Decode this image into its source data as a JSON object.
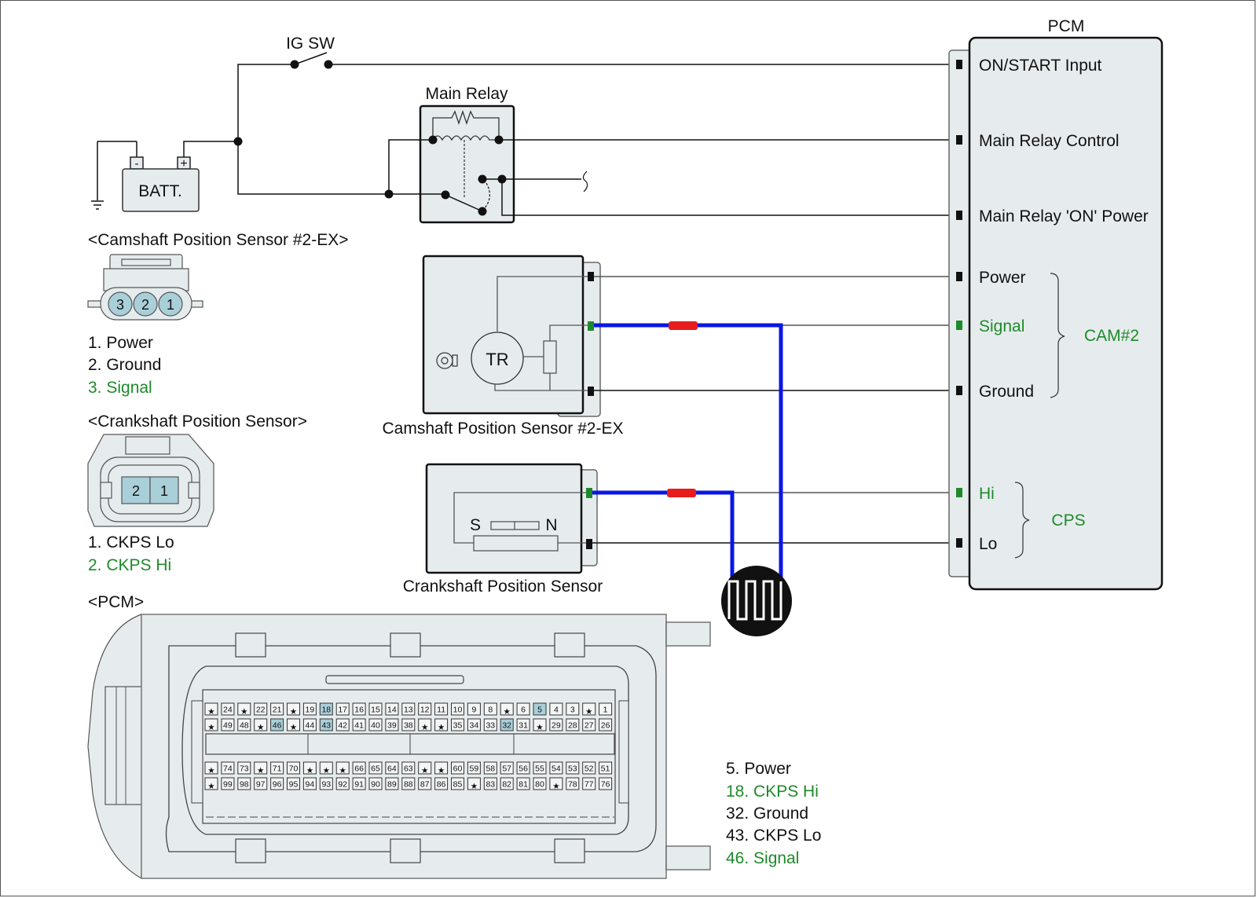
{
  "title": "Camshaft / Crankshaft Position Sensor Circuit Diagram",
  "colors": {
    "signal_green": "#1e8a2a",
    "probe_wire_blue": "#0a16e6",
    "probe_clip_red": "#e81c1c",
    "component_fill": "#e6eced",
    "highlight_pin": "#a9cfd9"
  },
  "power": {
    "ig_switch_label": "IG SW",
    "battery_label": "BATT.",
    "battery_neg": "-",
    "battery_pos": "+",
    "main_relay_label": "Main Relay"
  },
  "pcm_block": {
    "title": "PCM",
    "terminals": [
      {
        "label": "ON/START Input",
        "color": "black"
      },
      {
        "label": "Main Relay Control",
        "color": "black"
      },
      {
        "label": "Main Relay 'ON' Power",
        "color": "black"
      },
      {
        "label": "Power",
        "color": "black"
      },
      {
        "label": "Signal",
        "color": "green"
      },
      {
        "label": "Ground",
        "color": "black"
      },
      {
        "label": "Hi",
        "color": "green"
      },
      {
        "label": "Lo",
        "color": "black"
      }
    ],
    "groups": [
      {
        "label": "CAM#2"
      },
      {
        "label": "CPS"
      }
    ]
  },
  "cam_sensor": {
    "label": "Camshaft Position Sensor #2-EX",
    "inner_label": "TR"
  },
  "crank_sensor": {
    "label": "Crankshaft Position Sensor",
    "pole_s": "S",
    "pole_n": "N"
  },
  "oscilloscope_icon": "square-wave-icon",
  "cam_connector": {
    "title": "<Camshaft Position Sensor #2-EX>",
    "pins": [
      "3",
      "2",
      "1"
    ],
    "legend": [
      {
        "text": "1. Power",
        "color": "black"
      },
      {
        "text": "2. Ground",
        "color": "black"
      },
      {
        "text": "3. Signal",
        "color": "green"
      }
    ]
  },
  "crank_connector": {
    "title": "<Crankshaft Position Sensor>",
    "pins": [
      "2",
      "1"
    ],
    "legend": [
      {
        "text": "1. CKPS Lo",
        "color": "black"
      },
      {
        "text": "2. CKPS Hi",
        "color": "green"
      }
    ]
  },
  "pcm_connector": {
    "title": "<PCM>",
    "rows": [
      [
        "*",
        "24",
        "*",
        "22",
        "21",
        "*",
        "19",
        "18",
        "17",
        "16",
        "15",
        "14",
        "13",
        "12",
        "11",
        "10",
        "9",
        "8",
        "*",
        "6",
        "5",
        "4",
        "3",
        "*",
        "1"
      ],
      [
        "*",
        "49",
        "48",
        "*",
        "46",
        "*",
        "44",
        "43",
        "42",
        "41",
        "40",
        "39",
        "38",
        "*",
        "*",
        "35",
        "34",
        "33",
        "32",
        "31",
        "*",
        "29",
        "28",
        "27",
        "26"
      ],
      [
        "*",
        "74",
        "73",
        "*",
        "71",
        "70",
        "*",
        "*",
        "*",
        "66",
        "65",
        "64",
        "63",
        "*",
        "*",
        "60",
        "59",
        "58",
        "57",
        "56",
        "55",
        "54",
        "53",
        "52",
        "51"
      ],
      [
        "*",
        "99",
        "98",
        "97",
        "96",
        "95",
        "94",
        "93",
        "92",
        "91",
        "90",
        "89",
        "88",
        "87",
        "86",
        "85",
        "*",
        "83",
        "82",
        "81",
        "80",
        "*",
        "78",
        "77",
        "76"
      ]
    ],
    "highlighted": [
      "5",
      "18",
      "32",
      "43",
      "46"
    ],
    "legend": [
      {
        "text": "5. Power",
        "color": "black"
      },
      {
        "text": "18. CKPS Hi",
        "color": "green"
      },
      {
        "text": "32. Ground",
        "color": "black"
      },
      {
        "text": "43. CKPS Lo",
        "color": "black"
      },
      {
        "text": "46. Signal",
        "color": "green"
      }
    ]
  }
}
